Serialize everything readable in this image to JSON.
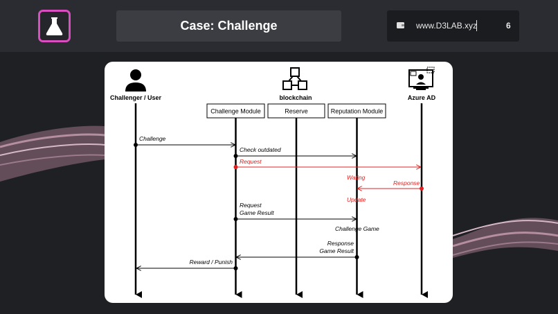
{
  "header": {
    "title": "Case: Challenge",
    "website": "www.D3LAB.xyz",
    "page_number": "6"
  },
  "colors": {
    "background": "#1f2024",
    "topbar": "#2a2c31",
    "title_box": "#3b3d43",
    "logo_border": "#d94fbf",
    "highlight_red": "#e02020",
    "wave": "#8a6b7a"
  },
  "icons": {
    "logo": "flask-icon",
    "website": "card-icon",
    "user": "user-icon",
    "blockchain": "blockchain-cubes-icon",
    "azure": "monitor-user-icon"
  },
  "diagram": {
    "actors": {
      "user": "Challenger / User",
      "blockchain": "blockchain",
      "azure": "Azure AD"
    },
    "modules": {
      "challenge": "Challenge Module",
      "reserve": "Reserve",
      "reputation": "Reputation Module"
    },
    "messages": {
      "challenge": "Challenge",
      "check_outdated": "Check outdated",
      "request": "Request",
      "wating": "Wating",
      "response": "Response",
      "update": "Update",
      "request_game_result_1": "Request",
      "request_game_result_2": "Game Result",
      "challenge_game": "Challenge Game",
      "response_game_result_1": "Response",
      "response_game_result_2": "Game Result",
      "reward_punish": "Reward / Punish"
    }
  }
}
